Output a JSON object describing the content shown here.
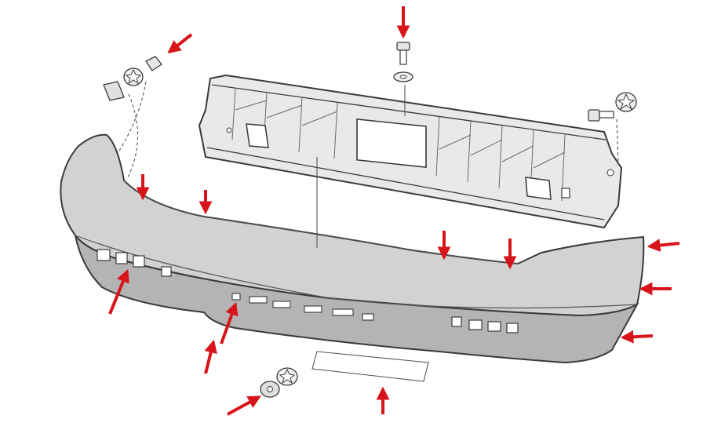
{
  "diagram": {
    "type": "exploded-assembly",
    "parts": [
      "bumper-cover",
      "reinforcement-beam",
      "clip-nut",
      "bolt",
      "washer",
      "push-nut"
    ],
    "colors": {
      "arrow": "#d8141b",
      "bumper_fill": "#d2d2d2",
      "bumper_shadow": "#b4b4b4",
      "beam_fill": "#e9e9e9",
      "outline": "#3a3a3a",
      "guide": "#555555"
    }
  }
}
